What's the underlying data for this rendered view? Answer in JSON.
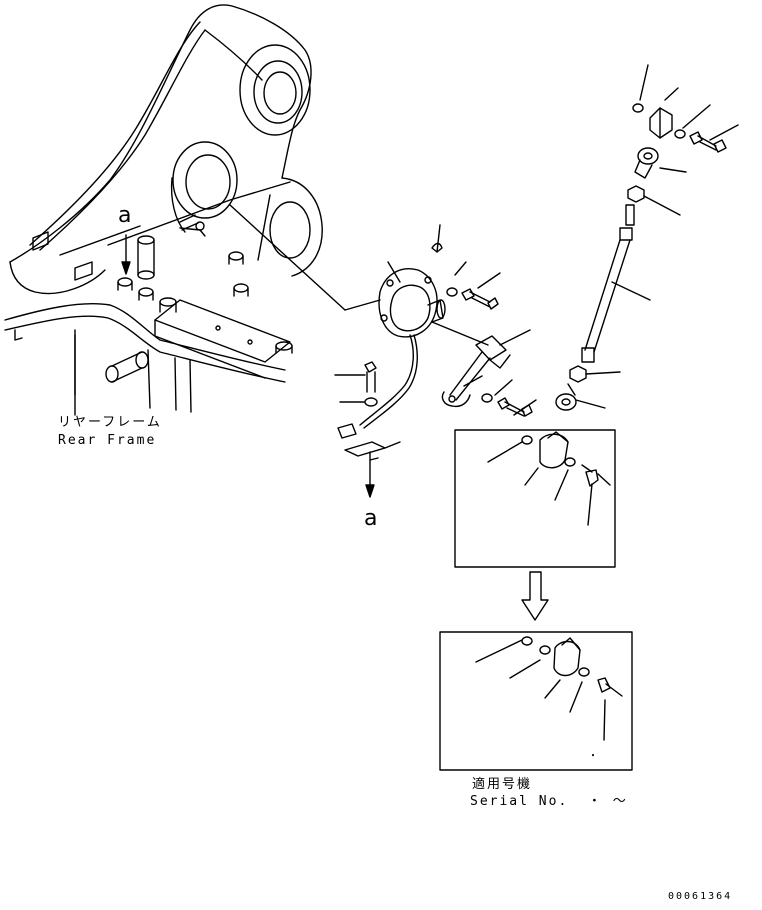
{
  "labels": {
    "rear_frame_jp": "リヤーフレーム",
    "rear_frame_en": "Rear Frame",
    "callout_top": "a",
    "callout_bottom": "a",
    "serial_jp": "適用号機",
    "serial_en": "Serial No.  ・ ～",
    "inset_dot": "・",
    "drawing_number": "00061364"
  },
  "icons": {
    "flow_arrow": "hollow-down-arrow"
  },
  "colors": {
    "ink": "#000000",
    "paper": "#ffffff"
  }
}
